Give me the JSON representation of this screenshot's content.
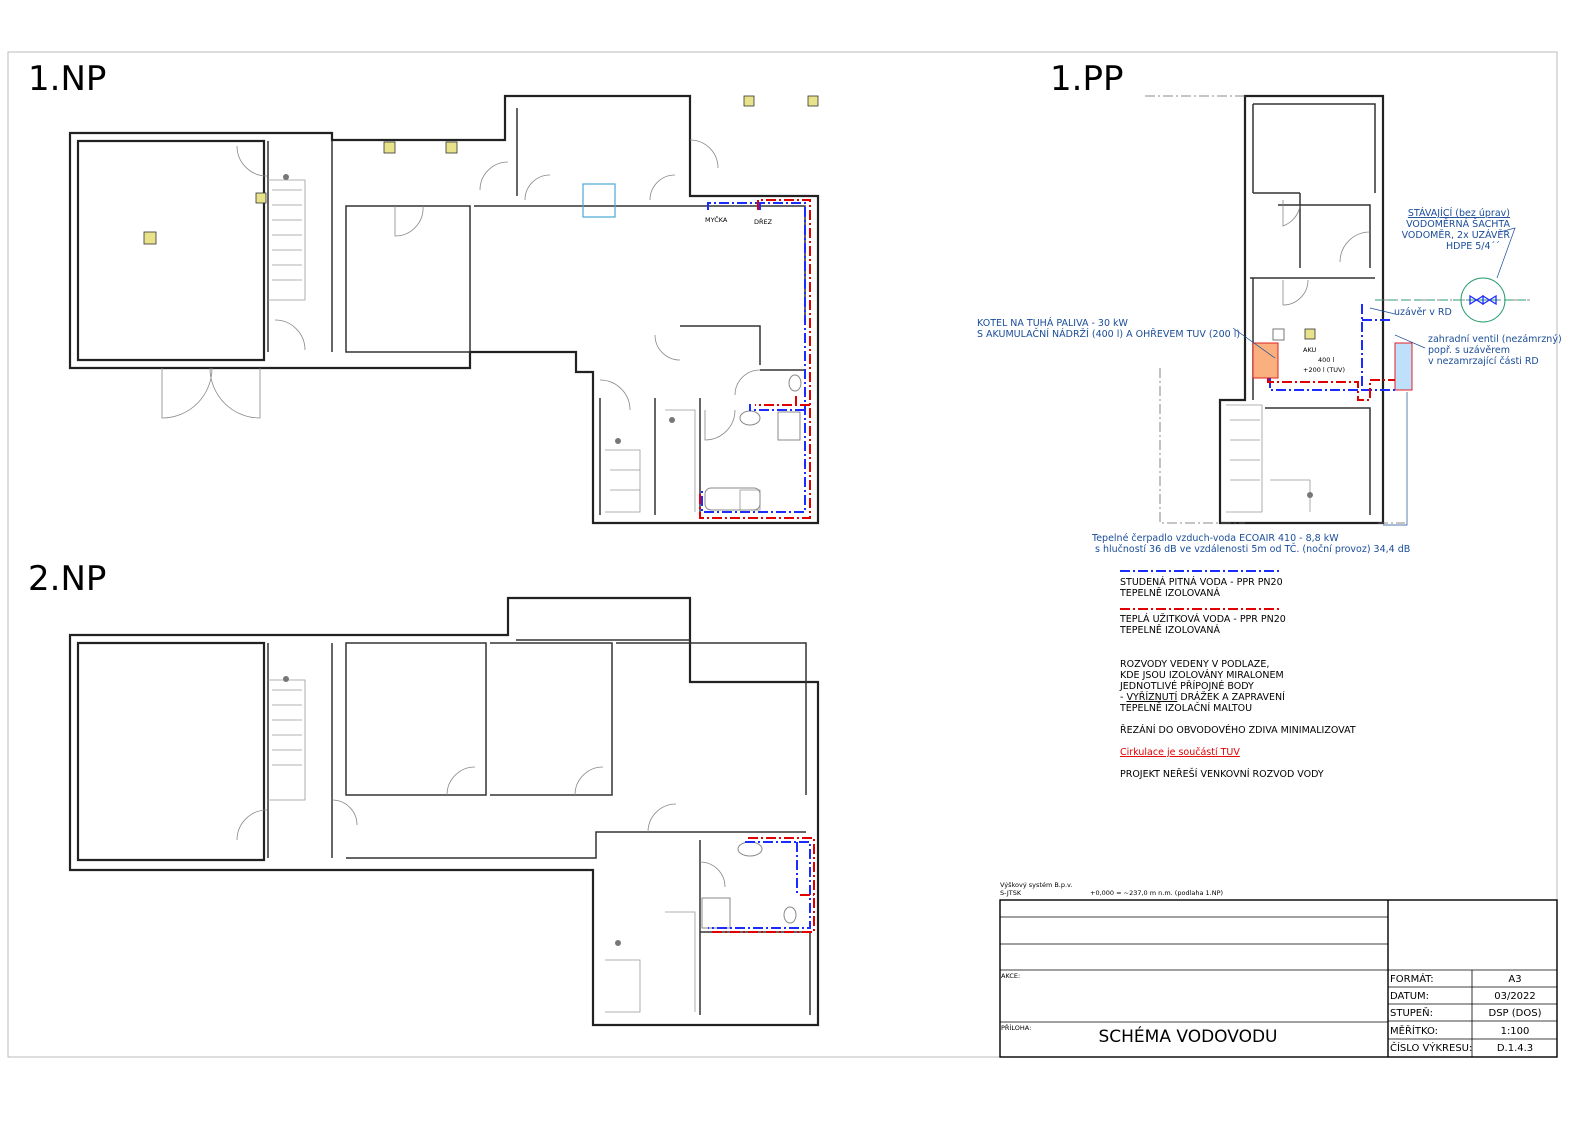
{
  "floors": {
    "np1": "1.NP",
    "np2": "2.NP",
    "pp1": "1.PP"
  },
  "fixtures": {
    "dishwasher": "MYČKA",
    "sink": "DŘEZ"
  },
  "annotations": {
    "boiler": [
      "KOTEL NA TUHÁ PALIVA - 30 kW",
      "S AKUMULAČNÍ NÁDRŽÍ (400 l) A OHŘEVEM TUV (200 l)"
    ],
    "meter": [
      "STÁVAJÍCÍ (bez úprav)",
      "VODOMĚRNÁ ŠACHTA",
      "VODOMĚR, 2x UZÁVĚR",
      "HDPE 5/4´´"
    ],
    "shutoff": "uzávěr v RD",
    "garden_valve": [
      "zahradní ventil (nezámrzný)",
      "popř. s uzávěrem",
      "v nezamrzající části RD"
    ],
    "aku": [
      "AKU",
      "400 l",
      "+200 l (TUV)"
    ],
    "heat_pump": [
      "Tepelné čerpadlo vzduch-voda ECOAIR 410 - 8,8 kW",
      "s hlučností 36 dB ve vzdálenosti 5m od TČ. (noční provoz) 34,4 dB"
    ]
  },
  "legend": {
    "cold": [
      "STUDENÁ PITNÁ VODA - PPR PN20",
      "TEPELNĚ IZOLOVANÁ"
    ],
    "hot": [
      "TEPLÁ UŽITKOVÁ VODA - PPR PN20",
      "TEPELNĚ IZOLOVANÁ"
    ],
    "colors": {
      "cold": "#1a2cff",
      "hot": "#e00000"
    }
  },
  "notes": {
    "floor": [
      "ROZVODY VEDENY V PODLAZE,",
      "KDE JSOU IZOLOVÁNY MIRALONEM",
      "JEDNOTLIVÉ PŘÍPOJNÉ BODY"
    ],
    "floor_dash": "- ",
    "floor_underlined": "VYŘÍZNUTÍ",
    "floor_rest": " DRÁŽEK A ZAPRAVENÍ",
    "floor_last": "TEPELNĚ IZOLAČNÍ MALTOU",
    "cutting": "ŘEZÁNÍ DO OBVODOVÉHO ZDIVA MINIMALIZOVAT",
    "circulation": "Cirkulace je součástí TUV",
    "outdoor": "PROJEKT NEŘEŠÍ VENKOVNÍ ROZVOD VODY"
  },
  "height_system": {
    "line1": "Výškový systém B.p.v.",
    "line2": "S-JTSK",
    "datum": "+0,000 = ~237,0 m n.m. (podlaha 1.NP)"
  },
  "title_block": {
    "akce_label": "AKCE:",
    "priloha_label": "PŘÍLOHA:",
    "title": "SCHÉMA VODOVODU",
    "rows": [
      {
        "label": "FORMÁT:",
        "value": "A3"
      },
      {
        "label": "DATUM:",
        "value": "03/2022"
      },
      {
        "label": "STUPEŇ:",
        "value": "DSP (DOS)"
      },
      {
        "label": "MĚŘÍTKO:",
        "value": "1:100"
      },
      {
        "label": "ČÍSLO VÝKRESU:",
        "value": "D.1.4.3"
      }
    ]
  }
}
